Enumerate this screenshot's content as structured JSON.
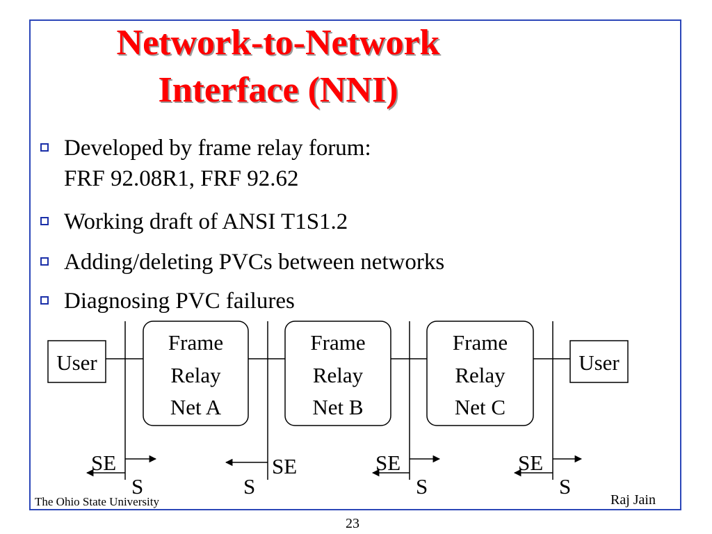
{
  "title": {
    "line1": "Network-to-Network",
    "line2": "Interface (NNI)"
  },
  "bullets": [
    {
      "line1": "Developed by frame relay forum:",
      "line2": "FRF 92.08R1, FRF 92.62"
    },
    {
      "line1": "Working draft of ANSI T1S1.2"
    },
    {
      "line1": "Adding/deleting PVCs between networks"
    },
    {
      "line1": "Diagnosing PVC failures"
    }
  ],
  "diagram": {
    "user_left": "User",
    "user_right": "User",
    "net_a": {
      "l1": "Frame",
      "l2": "Relay",
      "l3": "Net A"
    },
    "net_b": {
      "l1": "Frame",
      "l2": "Relay",
      "l3": "Net B"
    },
    "net_c": {
      "l1": "Frame",
      "l2": "Relay",
      "l3": "Net C"
    },
    "se_label": "SE",
    "s_label": "S"
  },
  "footer": {
    "left": "The Ohio State University",
    "right": "Raj Jain",
    "page": "23"
  },
  "colors": {
    "title": "#ff0000",
    "border": "#2b46b8",
    "bullet": "#1a2fa8"
  }
}
